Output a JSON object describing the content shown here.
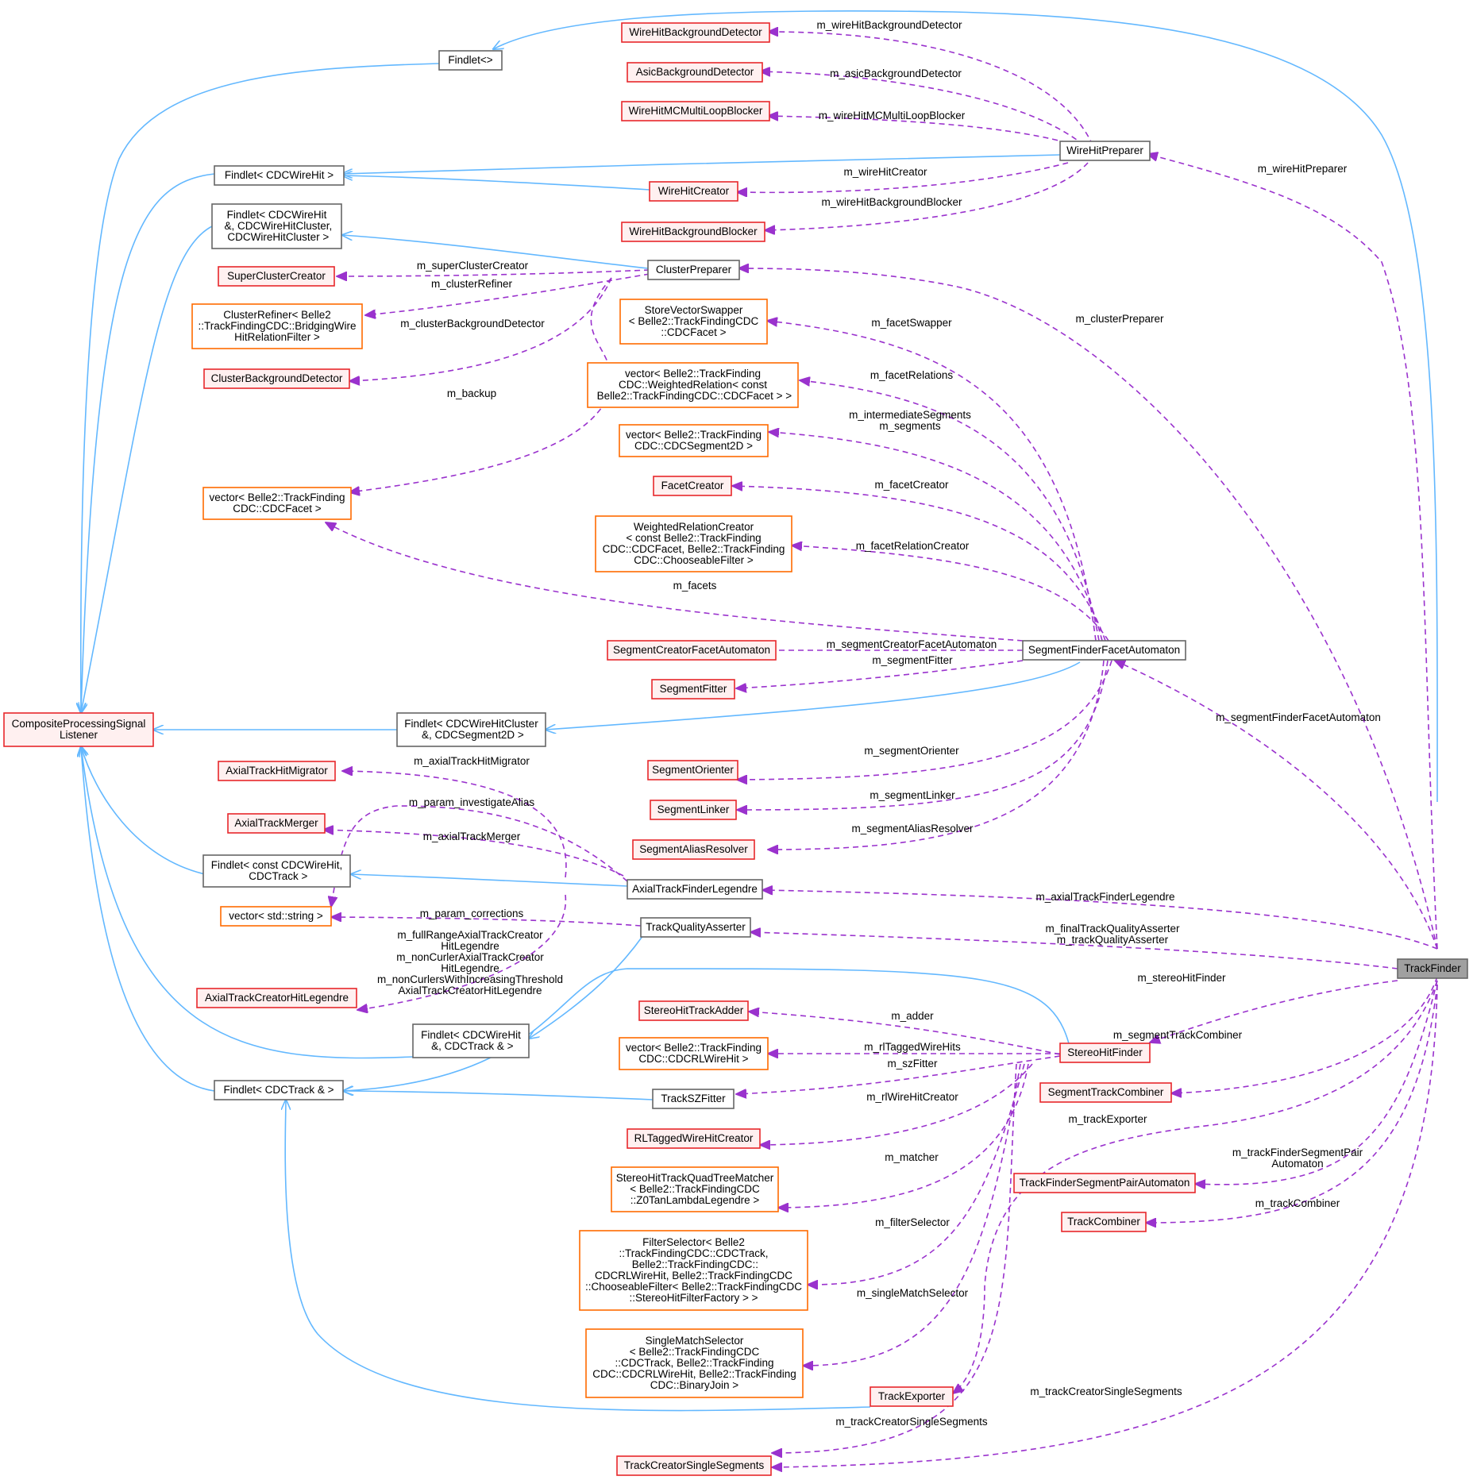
{
  "colors": {
    "inherit_edge": "#63b8ff",
    "usage_edge": "#9a32cd",
    "node_grey_border": "#666666",
    "node_red_border": "#e8272b",
    "node_red_fill": "#fff0f0",
    "node_orange_border": "#ff6a00",
    "focus_fill": "#a0a0a0"
  },
  "nodes": {
    "findlet_empty": [
      "Findlet<>"
    ],
    "wirehit_bg_detector": [
      "WireHitBackgroundDetector"
    ],
    "asic_bg_detector": [
      "AsicBackgroundDetector"
    ],
    "wirehit_mc_blocker": [
      "WireHitMCMultiLoopBlocker"
    ],
    "wirehit_preparer": [
      "WireHitPreparer"
    ],
    "findlet_cdcwirehit": [
      "Findlet< CDCWireHit >"
    ],
    "wirehit_creator": [
      "WireHitCreator"
    ],
    "findlet_cluster": [
      "Findlet< CDCWireHit",
      " &, CDCWireHitCluster,",
      " CDCWireHitCluster >"
    ],
    "wirehit_bg_blocker": [
      "WireHitBackgroundBlocker"
    ],
    "supercluster_creator": [
      "SuperClusterCreator"
    ],
    "cluster_preparer": [
      "ClusterPreparer"
    ],
    "cluster_refiner": [
      "ClusterRefiner< Belle2",
      "::TrackFindingCDC::BridgingWire",
      "HitRelationFilter >"
    ],
    "store_vector_swapper": [
      "StoreVectorSwapper",
      "< Belle2::TrackFindingCDC",
      "::CDCFacet >"
    ],
    "cluster_bg_detector": [
      "ClusterBackgroundDetector"
    ],
    "vector_weighted_relation": [
      "vector< Belle2::TrackFinding",
      "CDC::WeightedRelation< const",
      " Belle2::TrackFindingCDC::CDCFacet > >"
    ],
    "vector_segment2d": [
      "vector< Belle2::TrackFinding",
      "CDC::CDCSegment2D >"
    ],
    "vector_facet": [
      "vector< Belle2::TrackFinding",
      "CDC::CDCFacet >"
    ],
    "facet_creator": [
      "FacetCreator"
    ],
    "weighted_relation_creator": [
      "WeightedRelationCreator",
      "< const Belle2::TrackFinding",
      "CDC::CDCFacet, Belle2::TrackFinding",
      "CDC::ChooseableFilter >"
    ],
    "segment_creator_facet": [
      "SegmentCreatorFacetAutomaton"
    ],
    "segment_finder_facet": [
      "SegmentFinderFacetAutomaton"
    ],
    "segment_fitter": [
      "SegmentFitter"
    ],
    "composite_listener": [
      "CompositeProcessingSignal",
      "Listener"
    ],
    "findlet_cluster_segment": [
      "Findlet< CDCWireHitCluster",
      " &, CDCSegment2D >"
    ],
    "segment_orienter": [
      "SegmentOrienter"
    ],
    "axial_hit_migrator": [
      "AxialTrackHitMigrator"
    ],
    "segment_linker": [
      "SegmentLinker"
    ],
    "axial_track_merger": [
      "AxialTrackMerger"
    ],
    "segment_alias_resolver": [
      "SegmentAliasResolver"
    ],
    "findlet_const_wirehit": [
      "Findlet< const CDCWireHit,",
      " CDCTrack >"
    ],
    "axial_finder_legendre": [
      "AxialTrackFinderLegendre"
    ],
    "vector_string": [
      "vector< std::string >"
    ],
    "track_quality_asserter": [
      "TrackQualityAsserter"
    ],
    "track_finder": [
      "TrackFinder"
    ],
    "axial_creator_legendre": [
      "AxialTrackCreatorHitLegendre"
    ],
    "stereo_hit_adder": [
      "StereoHitTrackAdder"
    ],
    "findlet_wirehit_track": [
      "Findlet< CDCWireHit",
      " &, CDCTrack & >"
    ],
    "vector_rlwirehit": [
      "vector< Belle2::TrackFinding",
      "CDC::CDCRLWireHit >"
    ],
    "stereo_hit_finder": [
      "StereoHitFinder"
    ],
    "findlet_track": [
      "Findlet< CDCTrack & >"
    ],
    "segment_track_combiner": [
      "SegmentTrackCombiner"
    ],
    "track_sz_fitter": [
      "TrackSZFitter"
    ],
    "rl_tagged_creator": [
      "RLTaggedWireHitCreator"
    ],
    "quadtree_matcher": [
      "StereoHitTrackQuadTreeMatcher",
      "< Belle2::TrackFindingCDC",
      "::Z0TanLambdaLegendre >"
    ],
    "segment_pair_automaton": [
      "TrackFinderSegmentPairAutomaton"
    ],
    "track_combiner": [
      "TrackCombiner"
    ],
    "filter_selector": [
      "FilterSelector< Belle2",
      "::TrackFindingCDC::CDCTrack,",
      " Belle2::TrackFindingCDC::",
      "CDCRLWireHit, Belle2::TrackFindingCDC",
      "::ChooseableFilter< Belle2::TrackFindingCDC",
      "::StereoHitFilterFactory > >"
    ],
    "single_match_selector": [
      "SingleMatchSelector",
      "< Belle2::TrackFindingCDC",
      "::CDCTrack, Belle2::TrackFinding",
      "CDC::CDCRLWireHit, Belle2::TrackFinding",
      "CDC::BinaryJoin >"
    ],
    "track_exporter": [
      "TrackExporter"
    ],
    "track_creator_single": [
      "TrackCreatorSingleSegments"
    ]
  },
  "edge_labels": {
    "wirehit_bg_detector": [
      "m_wireHitBackgroundDetector"
    ],
    "asic_bg_detector": [
      "m_asicBackgroundDetector"
    ],
    "wirehit_mc_blocker": [
      "m_wireHitMCMultiLoopBlocker"
    ],
    "wirehit_creator": [
      "m_wireHitCreator"
    ],
    "wirehit_bg_blocker": [
      "m_wireHitBackgroundBlocker"
    ],
    "wirehit_preparer": [
      "m_wireHitPreparer"
    ],
    "supercluster_creator": [
      "m_superClusterCreator"
    ],
    "cluster_refiner": [
      "m_clusterRefiner"
    ],
    "cluster_bg_detector": [
      "m_clusterBackgroundDetector"
    ],
    "cluster_preparer": [
      "m_clusterPreparer"
    ],
    "backup": [
      "m_backup"
    ],
    "facet_swapper": [
      "m_facetSwapper"
    ],
    "facet_relations": [
      "m_facetRelations"
    ],
    "segments": [
      "m_intermediateSegments",
      "m_segments"
    ],
    "facet_creator": [
      "m_facetCreator"
    ],
    "facet_relation_creator": [
      "m_facetRelationCreator"
    ],
    "facets": [
      "m_facets"
    ],
    "segment_creator_facet": [
      "m_segmentCreatorFacetAutomaton"
    ],
    "segment_fitter": [
      "m_segmentFitter"
    ],
    "segment_finder_facet": [
      "m_segmentFinderFacetAutomaton"
    ],
    "segment_orienter": [
      "m_segmentOrienter"
    ],
    "axial_hit_migrator": [
      "m_axialTrackHitMigrator"
    ],
    "investigate_alias": [
      "m_param_investigateAlias"
    ],
    "segment_linker": [
      "m_segmentLinker"
    ],
    "axial_track_merger": [
      "m_axialTrackMerger"
    ],
    "segment_alias_resolver": [
      "m_segmentAliasResolver"
    ],
    "axial_finder_legendre": [
      "m_axialTrackFinderLegendre"
    ],
    "corrections": [
      "m_param_corrections"
    ],
    "quality_asserter": [
      "m_finalTrackQualityAsserter",
      "m_trackQualityAsserter"
    ],
    "axial_creator_legendre": [
      "m_fullRangeAxialTrackCreator",
      "HitLegendre",
      "m_nonCurlerAxialTrackCreator",
      "HitLegendre",
      "m_nonCurlersWithIncreasingThreshold",
      "AxialTrackCreatorHitLegendre"
    ],
    "stereo_hit_finder": [
      "m_stereoHitFinder"
    ],
    "adder": [
      "m_adder"
    ],
    "rl_tagged_wirehits": [
      "m_rlTaggedWireHits"
    ],
    "sz_fitter": [
      "m_szFitter"
    ],
    "segment_track_combiner": [
      "m_segmentTrackCombiner"
    ],
    "rl_wirehit_creator": [
      "m_rlWireHitCreator"
    ],
    "track_exporter": [
      "m_trackExporter"
    ],
    "matcher": [
      "m_matcher"
    ],
    "segment_pair_automaton": [
      "m_trackFinderSegmentPair",
      "Automaton"
    ],
    "track_combiner": [
      "m_trackCombiner"
    ],
    "filter_selector": [
      "m_filterSelector"
    ],
    "single_match_selector": [
      "m_singleMatchSelector"
    ],
    "track_creator_single_a": [
      "m_trackCreatorSingleSegments"
    ],
    "track_creator_single_b": [
      "m_trackCreatorSingleSegments"
    ]
  }
}
